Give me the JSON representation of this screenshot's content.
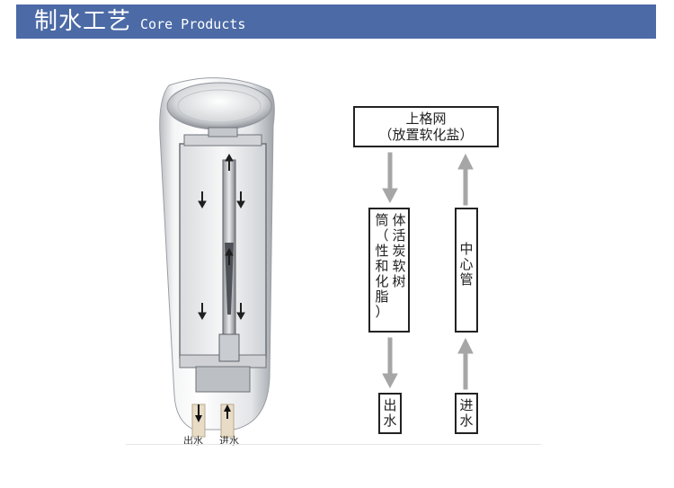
{
  "header": {
    "title_cn": "制水工艺",
    "title_en": "Core Products",
    "bar_color": "#4b6aa6"
  },
  "filter_image": {
    "outlet_label": "出水",
    "inlet_label": "进水"
  },
  "flow": {
    "top_box": {
      "line1": "上格网",
      "line2": "（放置软化盐）"
    },
    "resin_box": {
      "col_left": [
        "筒",
        "（",
        "性",
        "和",
        "化",
        "脂",
        "）"
      ],
      "col_right": [
        "体",
        "活",
        "炭",
        "软",
        "树"
      ]
    },
    "center_pipe_box": {
      "chars": [
        "中",
        "心",
        "管"
      ]
    },
    "outlet_box": {
      "chars": [
        "出",
        "水"
      ]
    },
    "inlet_box": {
      "chars": [
        "进",
        "水"
      ]
    },
    "arrow_color": "#a6a6a6"
  }
}
